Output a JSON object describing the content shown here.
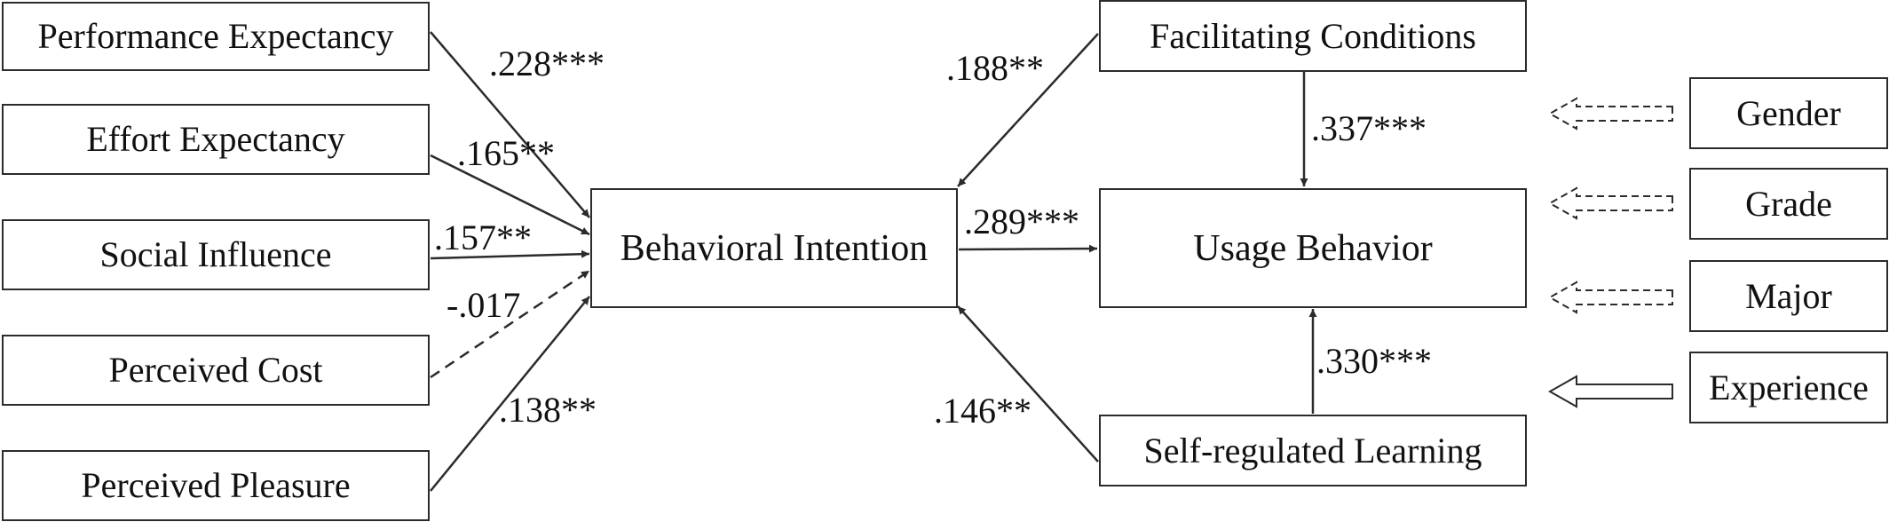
{
  "constructs": {
    "performance_expectancy": "Performance Expectancy",
    "effort_expectancy": "Effort Expectancy",
    "social_influence": "Social Influence",
    "perceived_cost": "Perceived Cost",
    "perceived_pleasure": "Perceived Pleasure",
    "behavioral_intention": "Behavioral Intention",
    "facilitating_conditions": "Facilitating Conditions",
    "usage_behavior": "Usage Behavior",
    "self_regulated_learning": "Self-regulated Learning"
  },
  "moderators": {
    "gender": "Gender",
    "grade": "Grade",
    "major": "Major",
    "experience": "Experience"
  },
  "coefficients": {
    "pe_bi": ".228***",
    "ee_bi": ".165**",
    "si_bi": ".157**",
    "pc_bi": "-.017",
    "pp_bi": ".138**",
    "fc_bi": ".188**",
    "fc_ub": ".337***",
    "bi_ub": ".289***",
    "srl_bi": ".146**",
    "srl_ub": ".330***"
  },
  "paths": [
    {
      "from": "Performance Expectancy",
      "to": "Behavioral Intention",
      "style": "solid"
    },
    {
      "from": "Effort Expectancy",
      "to": "Behavioral Intention",
      "style": "solid"
    },
    {
      "from": "Social Influence",
      "to": "Behavioral Intention",
      "style": "solid"
    },
    {
      "from": "Perceived Cost",
      "to": "Behavioral Intention",
      "style": "dashed"
    },
    {
      "from": "Perceived Pleasure",
      "to": "Behavioral Intention",
      "style": "solid"
    },
    {
      "from": "Facilitating Conditions",
      "to": "Behavioral Intention",
      "style": "solid"
    },
    {
      "from": "Facilitating Conditions",
      "to": "Usage Behavior",
      "style": "solid"
    },
    {
      "from": "Behavioral Intention",
      "to": "Usage Behavior",
      "style": "solid"
    },
    {
      "from": "Self-regulated Learning",
      "to": "Behavioral Intention",
      "style": "solid"
    },
    {
      "from": "Self-regulated Learning",
      "to": "Usage Behavior",
      "style": "solid"
    }
  ],
  "moderator_effects": [
    {
      "moderator": "Gender",
      "style": "dashed-hollow-arrow"
    },
    {
      "moderator": "Grade",
      "style": "dashed-hollow-arrow"
    },
    {
      "moderator": "Major",
      "style": "dashed-hollow-arrow"
    },
    {
      "moderator": "Experience",
      "style": "solid-hollow-arrow"
    }
  ],
  "colors": {
    "line": "#2b2b2b",
    "text": "#111111",
    "background": "#ffffff"
  }
}
